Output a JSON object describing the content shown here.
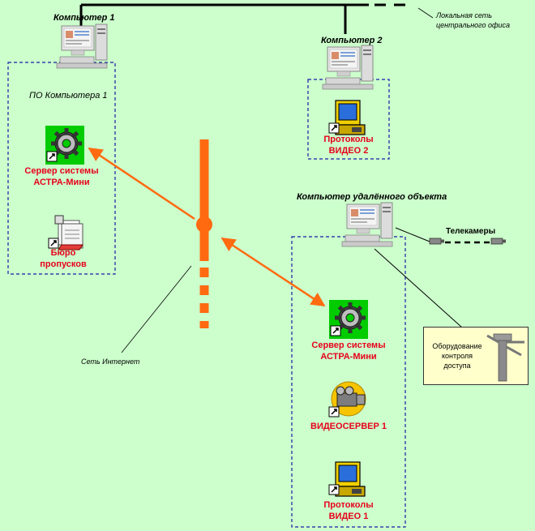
{
  "network": {
    "lan_label_line1": "Локальная сеть",
    "lan_label_line2": "центрального офиса",
    "internet_label": "Сеть  Интернет"
  },
  "computer1": {
    "title": "Компьютер 1",
    "software_label": "ПО Компьютера 1",
    "server": {
      "line1": "Сервер  системы",
      "line2": "АСТРА-Мини",
      "icon": "gear-icon"
    },
    "bureau": {
      "line1": "Бюро",
      "line2": "пропусков",
      "icon": "bureau-icon"
    }
  },
  "computer2": {
    "title": "Компьютер 2",
    "protocols": {
      "line1": "Протоколы",
      "line2": "ВИДЕО  2",
      "icon": "protocols-icon"
    }
  },
  "remote": {
    "title": "Компьютер удалённого объекта",
    "cameras_label": "Телекамеры",
    "server": {
      "line1": "Сервер  системы",
      "line2": "АСТРА-Мини",
      "icon": "gear-icon"
    },
    "videoserver": {
      "line1": "ВИДЕОСЕРВЕР 1",
      "icon": "video-camera-icon"
    },
    "protocols": {
      "line1": "Протоколы",
      "line2": "ВИДЕО  1",
      "icon": "protocols-icon"
    },
    "equipment": {
      "line1": "Оборудование",
      "line2": "контроля",
      "line3": "доступа",
      "icon": "turnstile-icon"
    }
  },
  "colors": {
    "background": "#ccffcc",
    "internet": "#ff6a10",
    "label_red": "#e8001c",
    "box_border": "#1a1aa8",
    "icon_green": "#00cc00"
  }
}
